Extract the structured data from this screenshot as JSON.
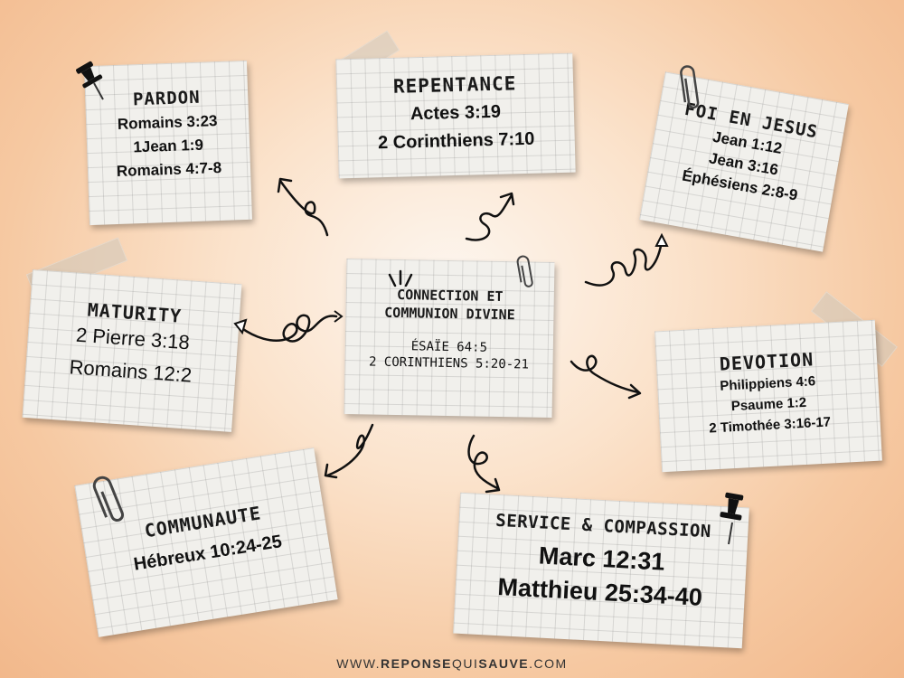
{
  "center": {
    "title_line1": "CONNECTION ET",
    "title_line2": "COMMUNION DIVINE",
    "verse1": "ÉSAÏE 64:5",
    "verse2": "2 CORINTHIENS 5:20-21"
  },
  "pardon": {
    "title": "PARDON",
    "verses": [
      "Romains 3:23",
      "1Jean 1:9",
      "Romains 4:7-8"
    ]
  },
  "repentance": {
    "title": "REPENTANCE",
    "verses": [
      "Actes 3:19",
      "2 Corinthiens 7:10"
    ]
  },
  "foi": {
    "title": "FOI EN JESUS",
    "verses": [
      "Jean 1:12",
      "Jean 3:16",
      "Éphésiens 2:8-9"
    ]
  },
  "maturity": {
    "title": "MATURITY",
    "verses": [
      "2 Pierre 3:18",
      "Romains 12:2"
    ]
  },
  "devotion": {
    "title": "DEVOTION",
    "verses": [
      "Philippiens 4:6",
      "Psaume 1:2",
      "2 Timothée 3:16-17"
    ]
  },
  "communaute": {
    "title": "COMMUNAUTE",
    "verses": [
      "Hébreux 10:24-25"
    ]
  },
  "service": {
    "title": "SERVICE & COMPASSION",
    "verses": [
      "Marc 12:31",
      "Matthieu 25:34-40"
    ]
  },
  "footer": {
    "prefix": "WWW.",
    "reponse": "REPONSE",
    "qui": "QUI",
    "sauve": "SAUVE",
    "suffix": ".COM"
  }
}
